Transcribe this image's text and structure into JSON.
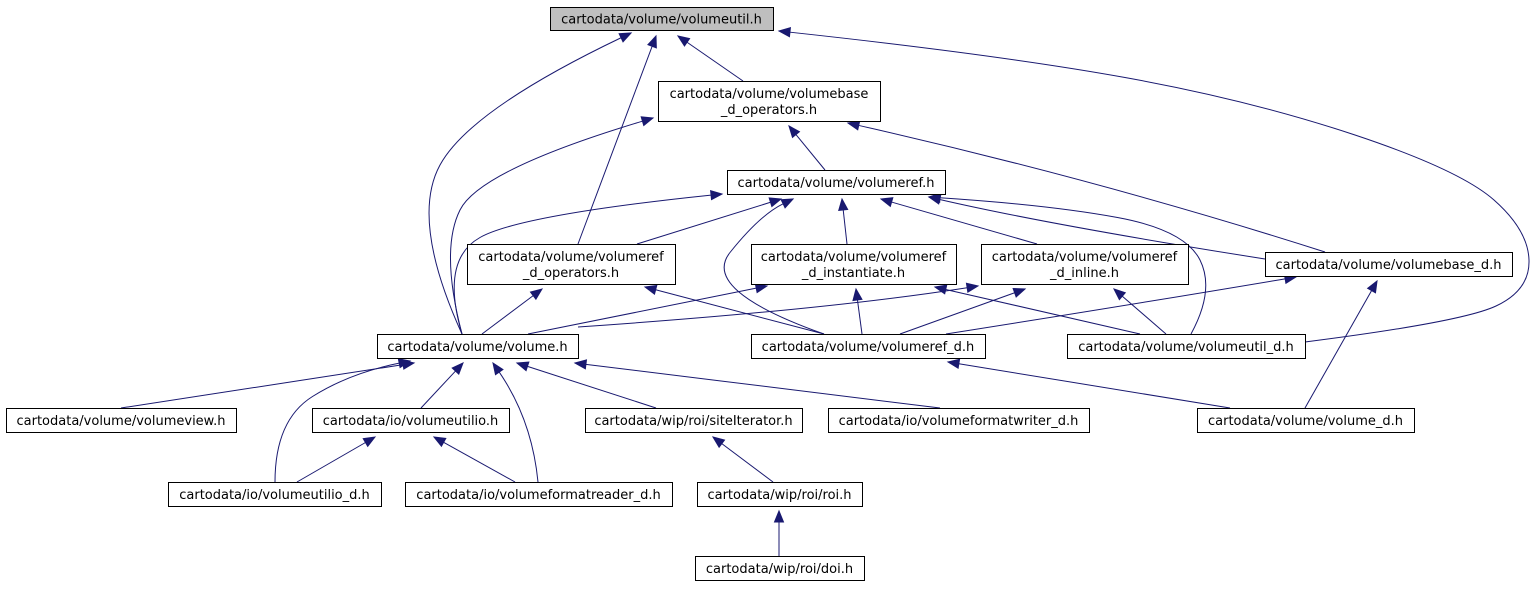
{
  "diagram": {
    "root": "n0",
    "nodes": [
      {
        "id": "n0",
        "lines": [
          "cartodata/volume/volumeutil.h"
        ]
      },
      {
        "id": "n1",
        "lines": [
          "cartodata/volume/volumebase",
          "_d_operators.h"
        ]
      },
      {
        "id": "n2",
        "lines": [
          "cartodata/volume/volumeref.h"
        ]
      },
      {
        "id": "n3",
        "lines": [
          "cartodata/volume/volumeref",
          "_d_operators.h"
        ]
      },
      {
        "id": "n4",
        "lines": [
          "cartodata/volume/volumeref",
          "_d_instantiate.h"
        ]
      },
      {
        "id": "n5",
        "lines": [
          "cartodata/volume/volumeref",
          "_d_inline.h"
        ]
      },
      {
        "id": "n6",
        "lines": [
          "cartodata/volume/volumebase_d.h"
        ]
      },
      {
        "id": "n7",
        "lines": [
          "cartodata/volume/volume.h"
        ]
      },
      {
        "id": "n8",
        "lines": [
          "cartodata/volume/volumeref_d.h"
        ]
      },
      {
        "id": "n9",
        "lines": [
          "cartodata/volume/volumeutil_d.h"
        ]
      },
      {
        "id": "n10",
        "lines": [
          "cartodata/volume/volumeview.h"
        ]
      },
      {
        "id": "n11",
        "lines": [
          "cartodata/io/volumeutilio.h"
        ]
      },
      {
        "id": "n12",
        "lines": [
          "cartodata/wip/roi/siteIterator.h"
        ]
      },
      {
        "id": "n13",
        "lines": [
          "cartodata/io/volumeformatwriter_d.h"
        ]
      },
      {
        "id": "n14",
        "lines": [
          "cartodata/volume/volume_d.h"
        ]
      },
      {
        "id": "n15",
        "lines": [
          "cartodata/io/volumeutilio_d.h"
        ]
      },
      {
        "id": "n16",
        "lines": [
          "cartodata/io/volumeformatreader_d.h"
        ]
      },
      {
        "id": "n17",
        "lines": [
          "cartodata/wip/roi/roi.h"
        ]
      },
      {
        "id": "n18",
        "lines": [
          "cartodata/wip/roi/doi.h"
        ]
      }
    ],
    "edges": [
      {
        "from": "n1",
        "to": "n0"
      },
      {
        "from": "n3",
        "to": "n0"
      },
      {
        "from": "n7",
        "to": "n0"
      },
      {
        "from": "n9",
        "to": "n0"
      },
      {
        "from": "n2",
        "to": "n1"
      },
      {
        "from": "n6",
        "to": "n1"
      },
      {
        "from": "n7",
        "to": "n1"
      },
      {
        "from": "n3",
        "to": "n2"
      },
      {
        "from": "n4",
        "to": "n2"
      },
      {
        "from": "n5",
        "to": "n2"
      },
      {
        "from": "n6",
        "to": "n2"
      },
      {
        "from": "n7",
        "to": "n2"
      },
      {
        "from": "n8",
        "to": "n2"
      },
      {
        "from": "n9",
        "to": "n2"
      },
      {
        "from": "n7",
        "to": "n3"
      },
      {
        "from": "n8",
        "to": "n3"
      },
      {
        "from": "n7",
        "to": "n4"
      },
      {
        "from": "n8",
        "to": "n4"
      },
      {
        "from": "n9",
        "to": "n4"
      },
      {
        "from": "n7",
        "to": "n5"
      },
      {
        "from": "n8",
        "to": "n5"
      },
      {
        "from": "n9",
        "to": "n5"
      },
      {
        "from": "n8",
        "to": "n6"
      },
      {
        "from": "n14",
        "to": "n6"
      },
      {
        "from": "n10",
        "to": "n7"
      },
      {
        "from": "n11",
        "to": "n7"
      },
      {
        "from": "n12",
        "to": "n7"
      },
      {
        "from": "n13",
        "to": "n7"
      },
      {
        "from": "n15",
        "to": "n7"
      },
      {
        "from": "n16",
        "to": "n7"
      },
      {
        "from": "n14",
        "to": "n8"
      },
      {
        "from": "n15",
        "to": "n11"
      },
      {
        "from": "n16",
        "to": "n11"
      },
      {
        "from": "n17",
        "to": "n12"
      },
      {
        "from": "n18",
        "to": "n17"
      }
    ],
    "colors": {
      "edge": "#191970",
      "root_fill": "#bfbfbf",
      "node_fill": "#ffffff",
      "node_border": "#000000"
    }
  }
}
